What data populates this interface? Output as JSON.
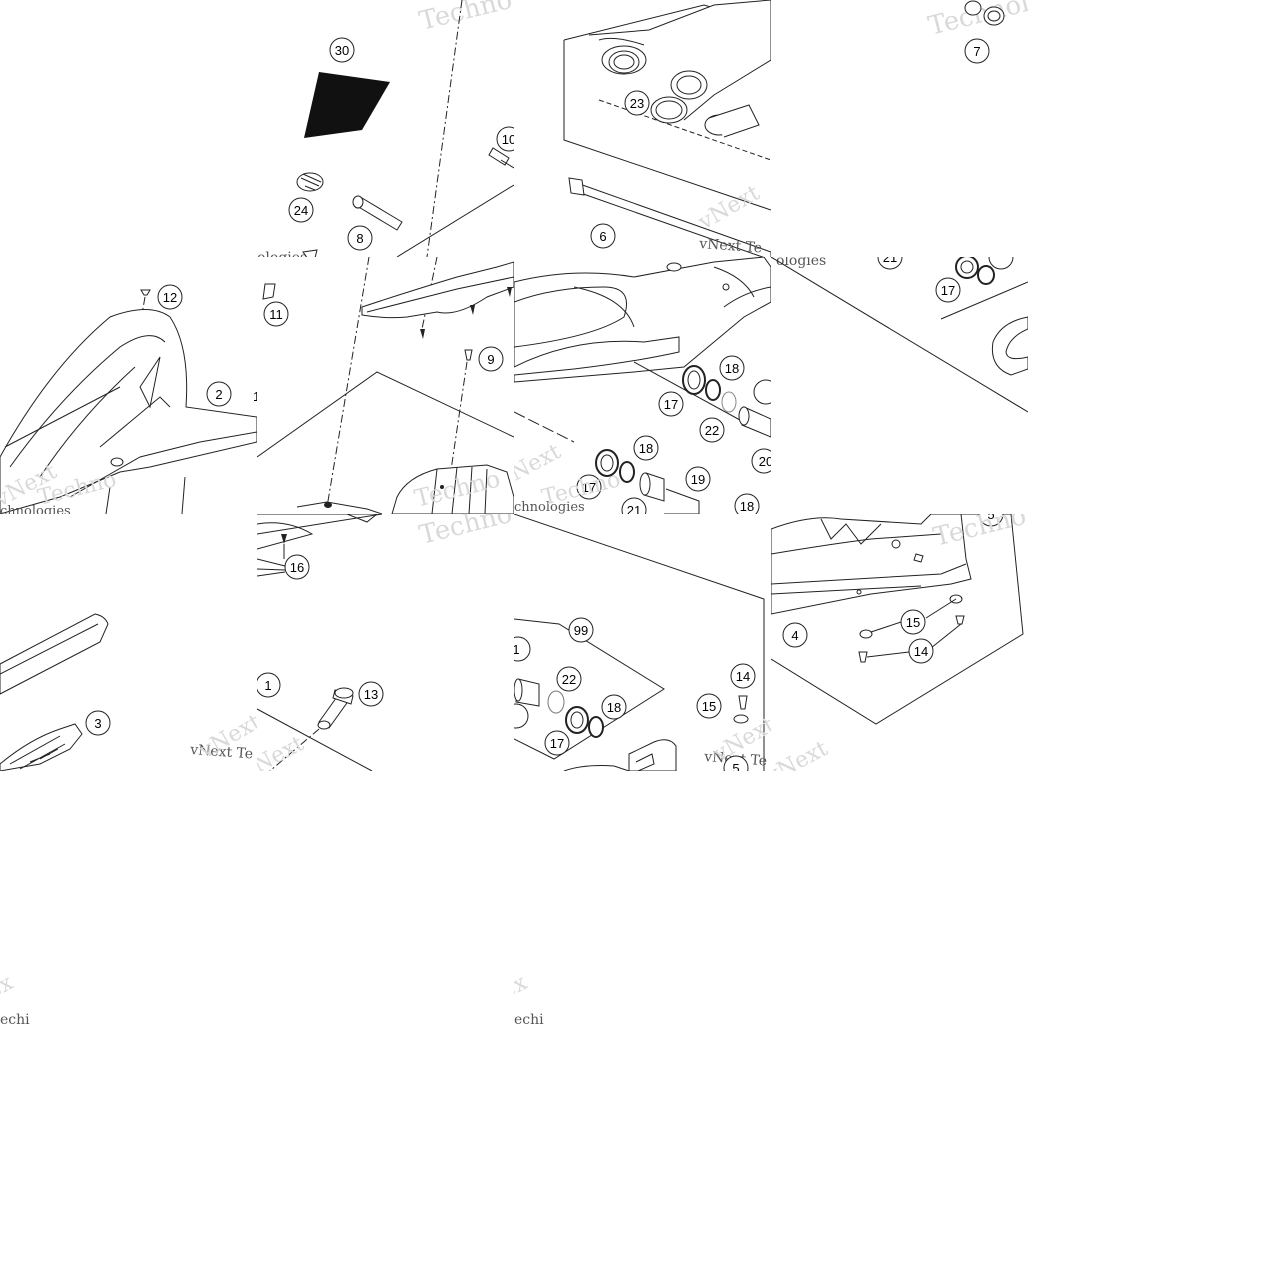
{
  "watermark": {
    "brand_short": "vNext",
    "brand_long": "Technologies",
    "brand_full": "vNext Technologies",
    "fragment_te": "vNext Te",
    "fragment_chnologies": "chnologies",
    "fragment_ogies": "ologies",
    "fragment_techno": "Techno",
    "fragment_ex": "ex",
    "fragment_echi": "echi"
  },
  "callouts": {
    "c1": "1",
    "c2": "2",
    "c3": "3",
    "c4": "4",
    "c5": "5",
    "c6": "6",
    "c7": "7",
    "c8": "8",
    "c9": "9",
    "c10": "10",
    "c11": "11",
    "c12": "12",
    "c13": "13",
    "c14": "14",
    "c15": "15",
    "c16": "16",
    "c17": "17",
    "c18": "18",
    "c19": "19",
    "c20": "20",
    "c21": "21",
    "c22": "22",
    "c23": "23",
    "c24": "24",
    "c30": "30",
    "c99": "99"
  },
  "colors": {
    "line": "#222222",
    "watermark": "#d9d9d9",
    "fill_dark": "#111111"
  }
}
